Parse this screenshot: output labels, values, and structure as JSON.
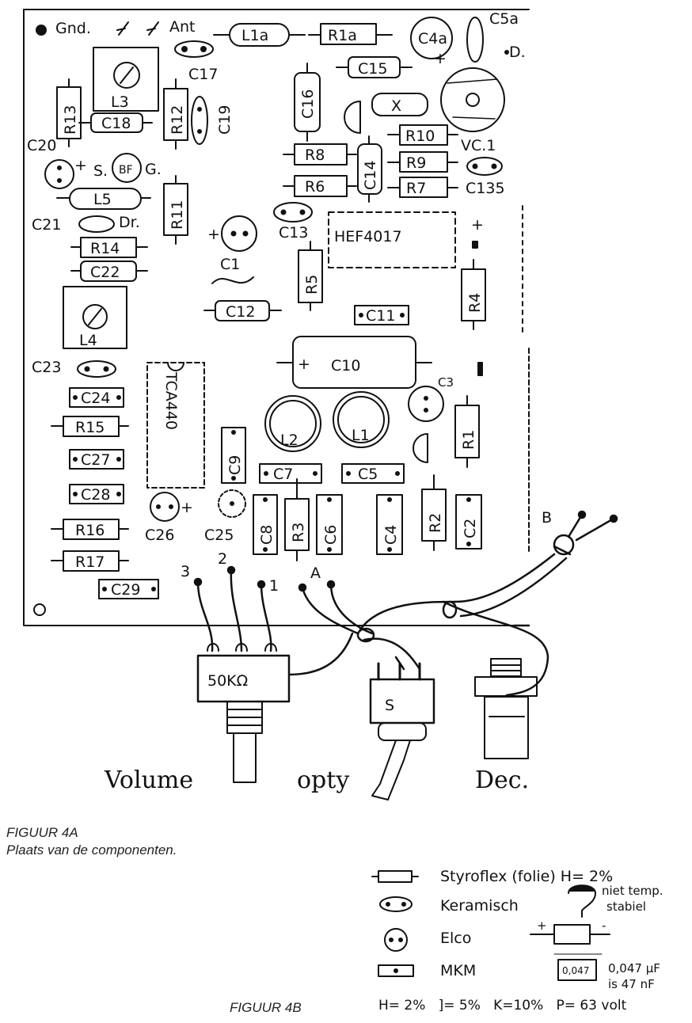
{
  "board": {
    "top_labels": {
      "gnd": "Gnd.",
      "ant": "Ant"
    },
    "components": {
      "L1a": "L1a",
      "R1a": "R1a",
      "C4a": "C4a",
      "C5a": "C5a",
      "D": "D.",
      "C15": "C15",
      "X": "X",
      "C16": "C16",
      "L3": "L3",
      "C17": "C17",
      "R13": "R13",
      "R12": "R12",
      "C19": "C19",
      "C18": "C18",
      "C20": "C20",
      "BF": "BF",
      "S": "S.",
      "G": "G.",
      "R10": "R10",
      "VC1": "VC.1",
      "R8": "R8",
      "C14": "C14",
      "R9": "R9",
      "R6": "R6",
      "R7": "R7",
      "C135": "C135",
      "L5": "L5",
      "R11": "R11",
      "C21": "C21",
      "Dr": "Dr.",
      "C13": "C13",
      "HEF4017": "HEF4017",
      "R14": "R14",
      "C1": "C1",
      "C22": "C22",
      "R5": "R5",
      "R4": "R4",
      "L4": "L4",
      "C12": "C12",
      "C11": "C11",
      "C10": "C10",
      "C23": "C23",
      "TCA440": "TCA440",
      "C3": "C3",
      "C24": "C24",
      "L2": "L2",
      "L1": "L1",
      "R15": "R15",
      "R1": "R1",
      "C9": "C9",
      "C27": "C27",
      "C7": "C7",
      "C5": "C5",
      "C28": "C28",
      "C26": "C26",
      "C25": "C25",
      "C8": "C8",
      "R3": "R3",
      "C6": "C6",
      "C4": "C4",
      "R2": "R2",
      "C2": "C2",
      "R16": "R16",
      "R17": "R17",
      "C29": "C29",
      "B": "B",
      "wire3": "3",
      "wire2": "2",
      "wire1": "1",
      "wireA": "A"
    },
    "bottom": {
      "pot": "50KΩ",
      "switch": "S",
      "label_volume": "Volume",
      "label_opty": "opty",
      "label_dec": "Dec."
    }
  },
  "caption_4a": {
    "title": "FIGUUR 4A",
    "subtitle": "Plaats van de componenten."
  },
  "legend": {
    "styroflex": "Styroflex (folie) H= 2%",
    "keramisch": "Keramisch",
    "niet_temp": "niet temp.",
    "stabiel": "stabiel",
    "elco": "Elco",
    "mkm": "MKM",
    "mkm_value": "0,047",
    "note1": "0,047 µF",
    "note2": "is 47 nF",
    "tolerances": "H= 2%   ]= 5%   K=10%   P= 63 volt"
  },
  "caption_4b": "FIGUUR 4B"
}
